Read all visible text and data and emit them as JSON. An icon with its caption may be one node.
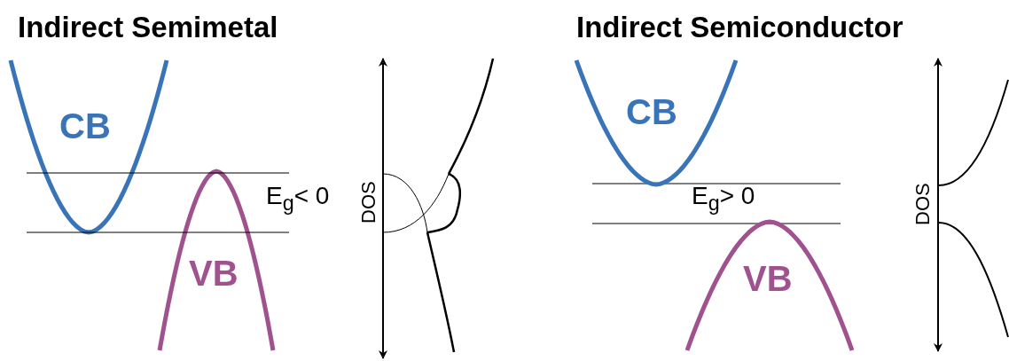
{
  "diagram": {
    "labels": [
      "Indirect Semimetal",
      "CB",
      "E$_{g}$< 0",
      "DOS",
      "VB",
      "Indirect Semiconductor",
      "CB",
      "E$_{g}$> 0",
      "DOS",
      "VB"
    ]
  }
}
